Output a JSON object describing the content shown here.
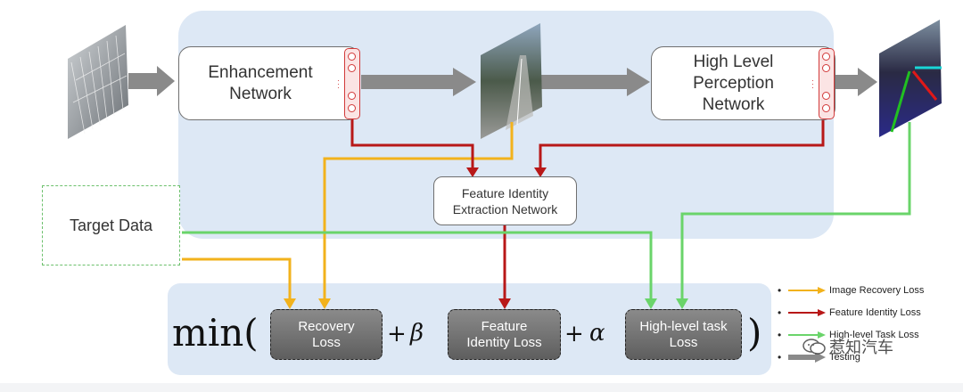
{
  "nodes": {
    "enhancement": "Enhancement\nNetwork",
    "high_level": "High Level\nPerception\nNetwork",
    "feature_identity": "Feature Identity\nExtraction Network",
    "target": "Target Data"
  },
  "losses": {
    "recovery": "Recovery\nLoss",
    "feature": "Feature\nIdentity Loss",
    "highlevel": "High-level task\nLoss"
  },
  "equation": {
    "min": "min(",
    "plus": "+",
    "beta": "β",
    "alpha": "α",
    "close": ")"
  },
  "legend": [
    {
      "label": "Image Recovery Loss",
      "color": "#f2b21c"
    },
    {
      "label": "Feature Identity Loss",
      "color": "#b81818"
    },
    {
      "label": "High-level Task Loss",
      "color": "#6ad46a"
    },
    {
      "label": "Testing",
      "color": "#8a8a8a"
    }
  ],
  "watermark": "惹知汽车",
  "colors": {
    "yellow": "#f2b21c",
    "red": "#b81818",
    "green": "#6ad46a",
    "gray_arrow": "#8a8a8a",
    "panel": "#dde8f5"
  },
  "icons": [
    "wechat-watermark-icon"
  ]
}
